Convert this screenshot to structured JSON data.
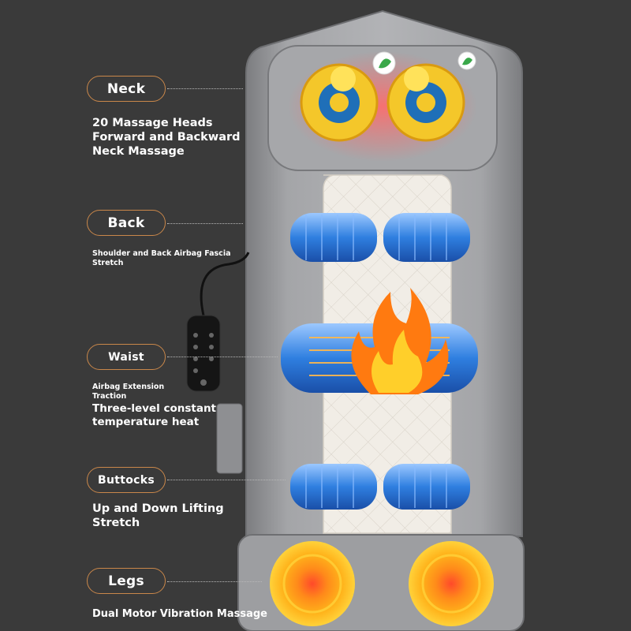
{
  "sections": {
    "neck": {
      "label": "Neck",
      "line1": "20 Massage Heads",
      "line2": "Forward and Backward",
      "line3": "Neck Massage"
    },
    "back": {
      "label": "Back",
      "line1": "Shoulder and Back Airbag Fascia",
      "line2": "Stretch"
    },
    "waist": {
      "label": "Waist",
      "line1": "Airbag Extension",
      "line2": "Traction",
      "line3": "Three-level constant",
      "line4": "temperature heat"
    },
    "buttocks": {
      "label": "Buttocks",
      "line1": "Up and Down Lifting",
      "line2": "Stretch"
    },
    "legs": {
      "label": "Legs",
      "line1": "Dual Motor Vibration Massage"
    }
  },
  "colors": {
    "background": "#3a3a3a",
    "pill_border": "#c9874a",
    "mat_grey": "#8f9092",
    "airbag_blue": "#3d8de0",
    "heat_orange": "#ff8a1a"
  },
  "icons": [
    "herb-leaf-icon",
    "remote-control-icon",
    "flame-icon"
  ]
}
